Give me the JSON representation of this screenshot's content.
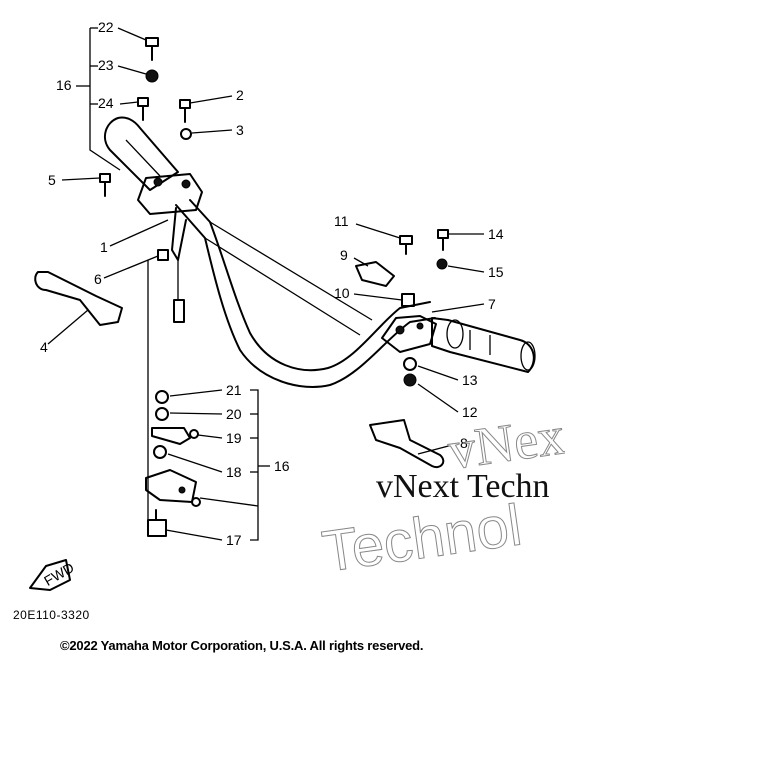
{
  "diagram": {
    "part_code": "20E110-3320",
    "copyright": "©2022 Yamaha Motor Corporation, U.S.A. All rights reserved.",
    "fwd_label": "FWD",
    "watermark": {
      "line1": "vNext Techn",
      "line2": "vNex",
      "line3": "Technol"
    },
    "callouts": {
      "c1": "1",
      "c2": "2",
      "c3": "3",
      "c4": "4",
      "c5": "5",
      "c6": "6",
      "c7": "7",
      "c8": "8",
      "c9": "9",
      "c10": "10",
      "c11": "11",
      "c12": "12",
      "c13": "13",
      "c14": "14",
      "c15": "15",
      "c16a": "16",
      "c16b": "16",
      "c17": "17",
      "c18": "18",
      "c19": "19",
      "c20": "20",
      "c21": "21",
      "c22": "22",
      "c23": "23",
      "c24": "24"
    }
  }
}
